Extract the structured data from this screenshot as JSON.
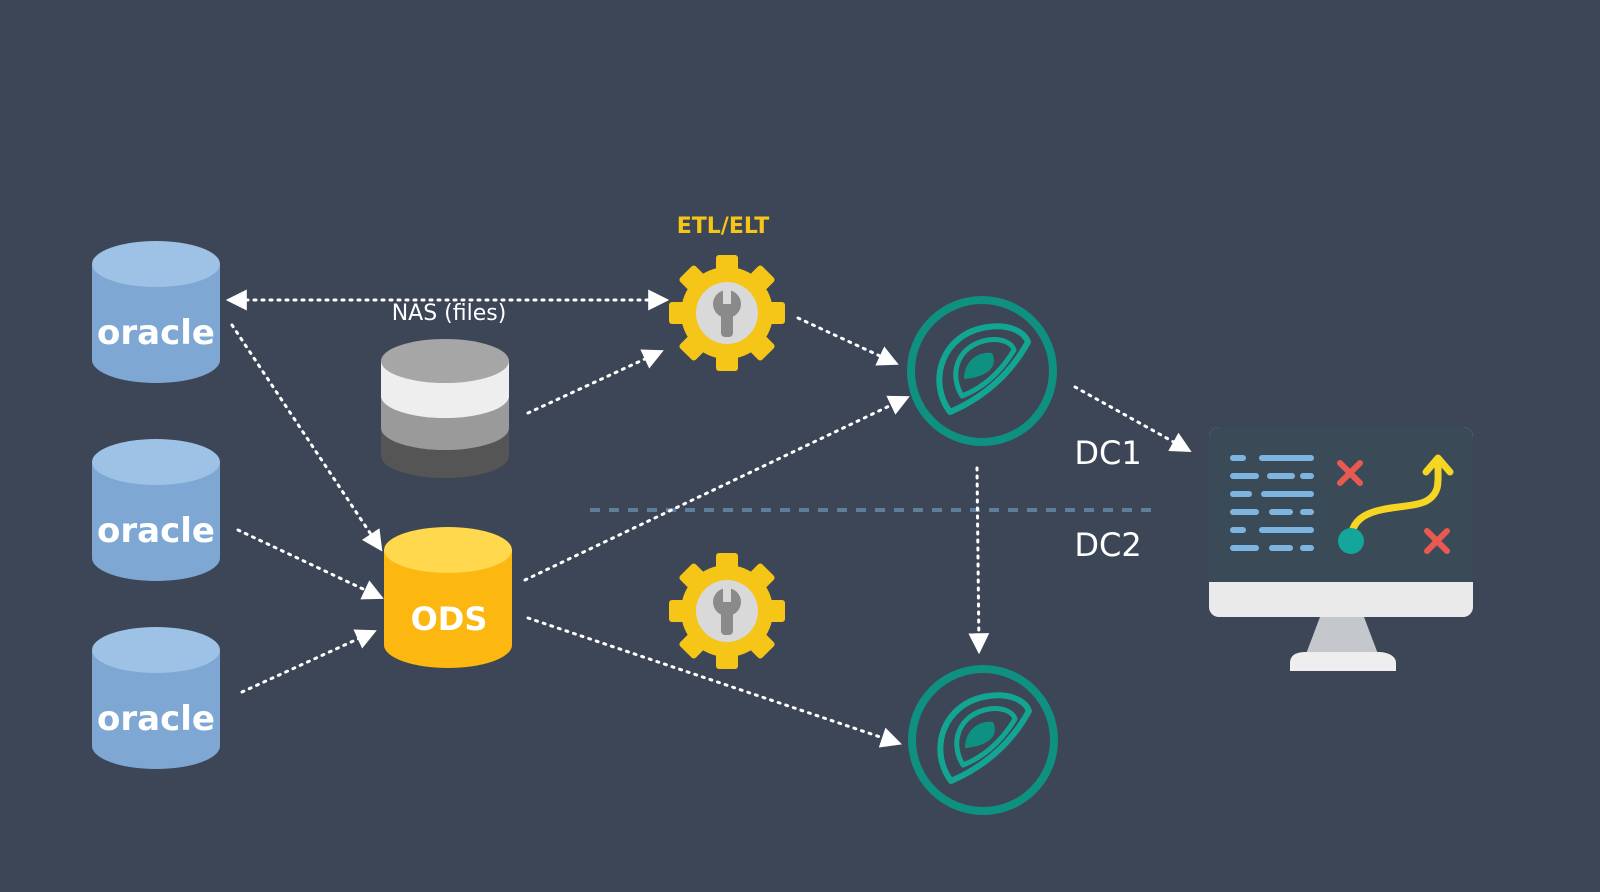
{
  "etl_label": "ETL/ELT",
  "nas_label": "NAS (files)",
  "ods_label": "ODS",
  "dc1_label": "DC1",
  "dc2_label": "DC2",
  "sources": [
    {
      "label": "oracle"
    },
    {
      "label": "oracle"
    },
    {
      "label": "oracle"
    }
  ],
  "colors": {
    "background": "#3d4656",
    "oracle_db": "#7ea8d3",
    "oracle_db_top": "#9ec2e6",
    "ods": "#fcb711",
    "ods_top": "#ffd84d",
    "gear": "#f5c518",
    "cluster_ring": "#0e9180",
    "etl_label": "#f5c518",
    "dc_divider": "#5f7e99",
    "arrows": "#ffffff"
  },
  "icons": {
    "sources": "database-icon",
    "nas": "storage-icon",
    "etl": "gear-wrench-icon",
    "cluster": "cluster-logo-icon",
    "dashboard": "monitor-dashboard-icon"
  }
}
